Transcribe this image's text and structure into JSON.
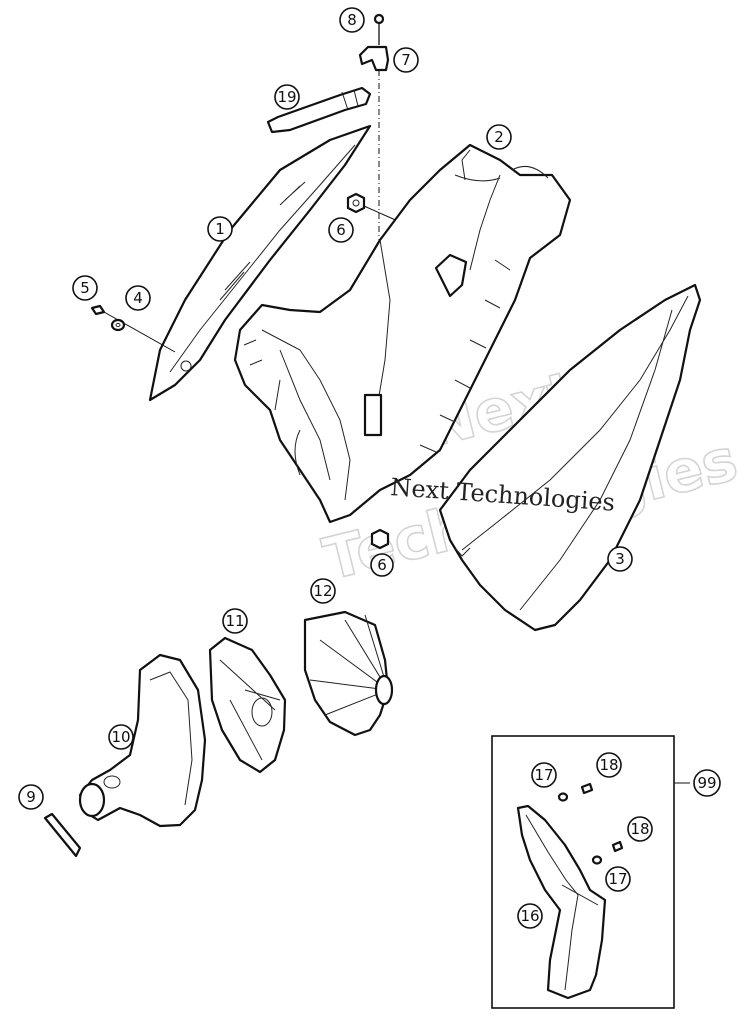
{
  "callouts": {
    "c1": "1",
    "c2": "2",
    "c3": "3",
    "c4": "4",
    "c5": "5",
    "c6": "6",
    "c7": "7",
    "c8": "8",
    "c9": "9",
    "c10": "10",
    "c11": "11",
    "c12": "12",
    "c16": "16",
    "c17a": "17",
    "c17b": "17",
    "c18a": "18",
    "c18b": "18",
    "c19": "19",
    "c99": "99",
    "c6b": "6"
  },
  "watermark": {
    "line1": "wNext",
    "line2": "Technologies",
    "small": "Next Technologies"
  },
  "colors": {
    "line": "#111111",
    "watermark": "#d4d4d4",
    "background": "#ffffff"
  }
}
